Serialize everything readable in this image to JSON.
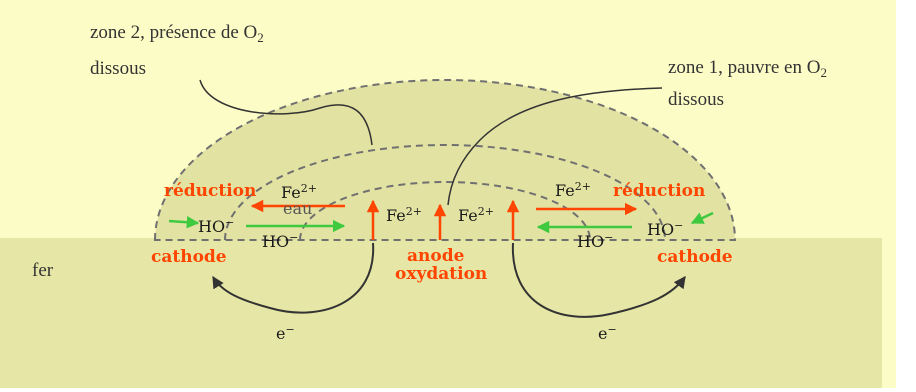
{
  "labels": {
    "zone2_line1": "zone 2, présence de O",
    "zone2_line1_sub": "2",
    "zone2_line2": "dissous",
    "zone1_line1": "zone 1, pauvre en O",
    "zone1_line1_sub": "2",
    "zone1_line2": "dissous",
    "metal": "fer",
    "water": "eau"
  },
  "reactions": {
    "reduction_left": "réduction",
    "reduction_right": "réduction",
    "cathode_left": "cathode",
    "cathode_right": "cathode",
    "anode": "anode",
    "oxidation": "oxydation"
  },
  "species": {
    "fe": "Fe",
    "fe_charge": "2+",
    "hydroxide": "HO",
    "hydroxide_charge": "−",
    "electron": "e",
    "electron_charge": "−"
  },
  "colors": {
    "background": "#fcfcc6",
    "iron": "#e6e6a6",
    "droplet": "#e3e3a4",
    "red_arrow": "#ff4500",
    "green_arrow": "#3fc93f",
    "electron_path": "#333333",
    "dashed_lines": "#707070"
  }
}
